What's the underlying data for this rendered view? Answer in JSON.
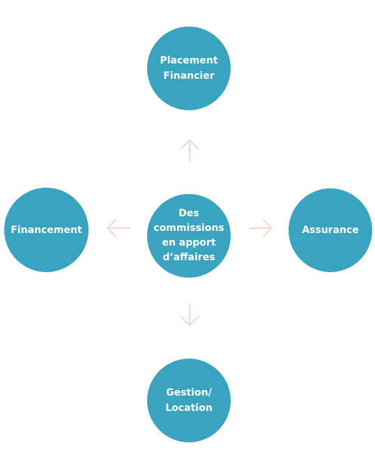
{
  "colors": {
    "circle": "#3aa3bf",
    "text": "#ffffff",
    "arrow": "#f0d9cc"
  },
  "nodes": {
    "top": "Placement\nFinancier",
    "left": "Financement",
    "center": "Des\ncommissions\nen apport\nd’affaires",
    "right": "Assurance",
    "bottom": "Gestion/\nLocation"
  },
  "arrows": {
    "up": "arrow-up-icon",
    "left": "arrow-left-icon",
    "right": "arrow-right-icon",
    "down": "arrow-down-icon"
  }
}
